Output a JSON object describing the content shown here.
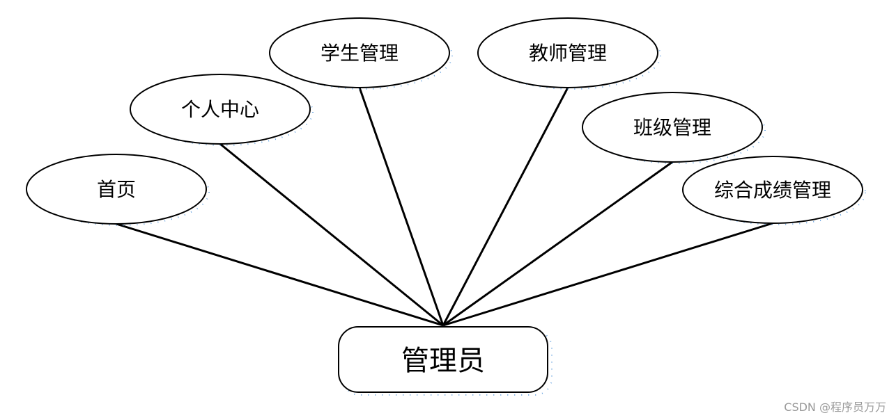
{
  "diagram": {
    "root": {
      "label": "管理员"
    },
    "nodes": [
      {
        "id": "home",
        "label": "首页"
      },
      {
        "id": "personal-center",
        "label": "个人中心"
      },
      {
        "id": "student-management",
        "label": "学生管理"
      },
      {
        "id": "teacher-management",
        "label": "教师管理"
      },
      {
        "id": "class-management",
        "label": "班级管理"
      },
      {
        "id": "grade-management",
        "label": "综合成绩管理"
      }
    ]
  },
  "watermark": {
    "text": "CSDN @程序员万万"
  },
  "colors": {
    "stroke": "#000000",
    "dots": "#4a90d9",
    "watermark": "#999999"
  }
}
